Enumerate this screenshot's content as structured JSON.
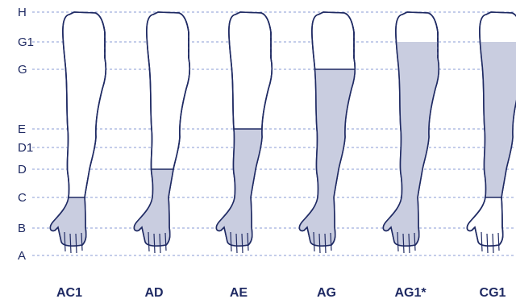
{
  "levels": [
    {
      "label": "H"
    },
    {
      "label": "G1"
    },
    {
      "label": "G"
    },
    {
      "label": "E"
    },
    {
      "label": "D1"
    },
    {
      "label": "D"
    },
    {
      "label": "C"
    },
    {
      "label": "B"
    },
    {
      "label": "A"
    }
  ],
  "garments": [
    {
      "code": "AC1",
      "covers_from": "A",
      "covers_to": "C"
    },
    {
      "code": "AD",
      "covers_from": "A",
      "covers_to": "D"
    },
    {
      "code": "AE",
      "covers_from": "A",
      "covers_to": "E"
    },
    {
      "code": "AG",
      "covers_from": "A",
      "covers_to": "G"
    },
    {
      "code": "AG1*",
      "covers_from": "A",
      "covers_to": "G1"
    },
    {
      "code": "CG1",
      "covers_from": "C",
      "covers_to": "G1"
    }
  ],
  "colors": {
    "outline": "#1f2a63",
    "fill": "#c9cde0",
    "guide": "#8a9bd6"
  }
}
